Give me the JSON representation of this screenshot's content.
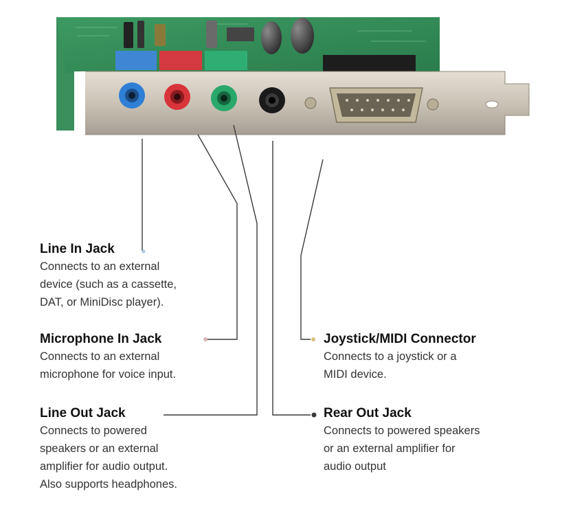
{
  "labels": {
    "line_in": {
      "title": "Line In Jack",
      "lines": [
        "Connects to an external",
        "device (such as a cassette,",
        "DAT, or MiniDisc player)."
      ]
    },
    "microphone_in": {
      "title": "Microphone In Jack",
      "lines": [
        "Connects to an external",
        "microphone for voice input."
      ]
    },
    "line_out": {
      "title": "Line Out Jack",
      "lines": [
        "Connects to powered",
        "speakers or an external",
        "amplifier for audio output.",
        "Also supports headphones."
      ]
    },
    "joystick_midi": {
      "title": "Joystick/MIDI Connector",
      "lines": [
        "Connects to a joystick or a",
        "MIDI device."
      ]
    },
    "rear_out": {
      "title": "Rear Out Jack",
      "lines": [
        "Connects to powered speakers",
        "or an external amplifier for",
        "audio output"
      ]
    }
  },
  "jack_colors": {
    "line_in": "#2f7fd6",
    "microphone_in": "#d8343a",
    "line_out": "#28a86a",
    "rear_out": "#1a1a1a"
  },
  "board_color": "#2f8a55",
  "bracket_color": "#c9c2b6"
}
